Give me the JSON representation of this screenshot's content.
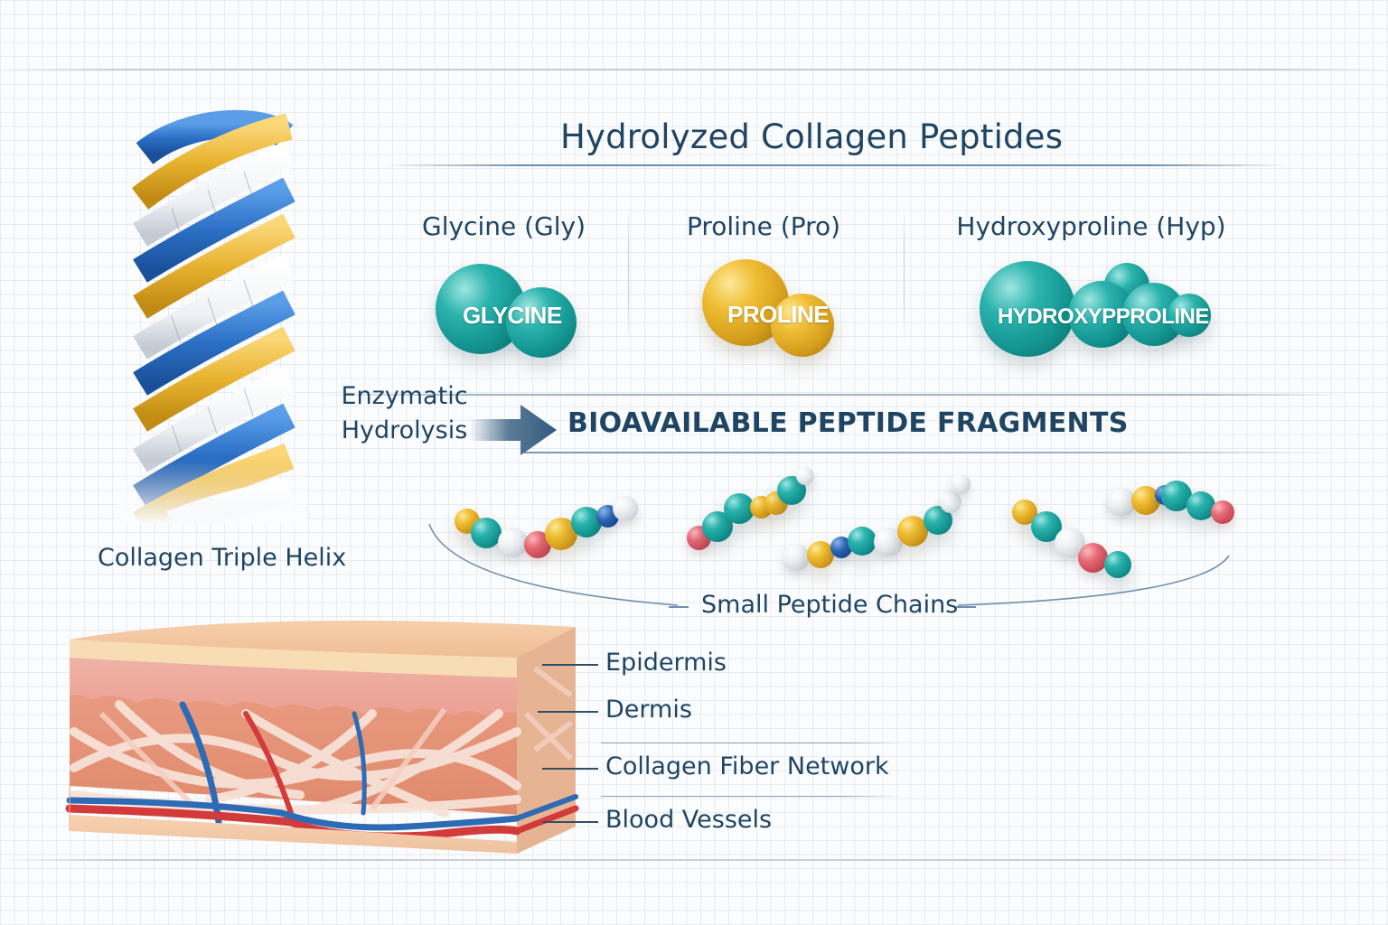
{
  "title": "Hydrolyzed Collagen Peptides",
  "amino_acids": [
    {
      "label": "Glycine (Gly)",
      "molecule_text": "GLYCINE",
      "color": "#14a39e"
    },
    {
      "label": "Proline (Pro)",
      "molecule_text": "PROLINE",
      "color": "#e2ad27"
    },
    {
      "label": "Hydroxyproline (Hyp)",
      "molecule_text": "HYDROXYPPROLINE",
      "color": "#14a39e"
    }
  ],
  "hydrolysis": {
    "line1": "Enzymatic",
    "line2": "Hydrolysis",
    "arrow_icon": "right-arrow-icon"
  },
  "banner": "BIOAVAILABLE PEPTIDE FRAGMENTS",
  "peptides_caption": "Small Peptide Chains",
  "helix": {
    "caption": "Collagen Triple Helix",
    "strand_colors": [
      "#2a6fc4",
      "#e8b22f",
      "#eef1f5"
    ]
  },
  "skin": {
    "layers": [
      {
        "label": "Epidermis"
      },
      {
        "label": "Dermis"
      },
      {
        "label": "Collagen Fiber Network"
      },
      {
        "label": "Blood Vessels"
      }
    ]
  },
  "colors": {
    "text": "#1f4563",
    "teal": "#14a39e",
    "gold": "#e2ad27",
    "white": "#eef1f4",
    "red": "#d75664",
    "blue": "#1f4f9a"
  }
}
